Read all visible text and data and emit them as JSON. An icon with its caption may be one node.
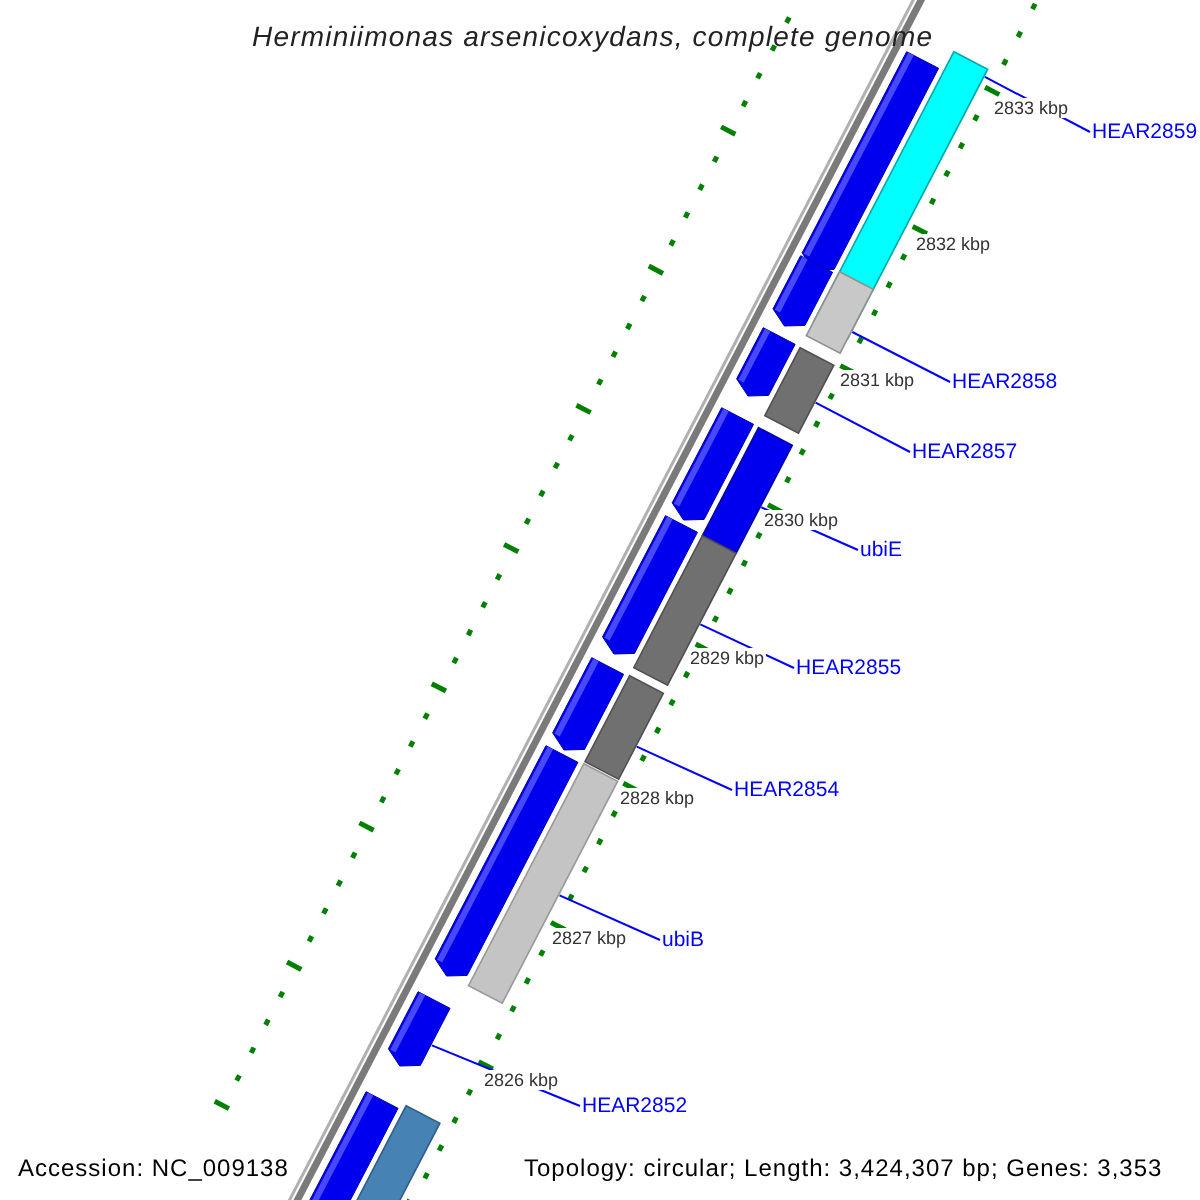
{
  "diagram": {
    "title": "Herminiimonas arsenicoxydans, complete genome",
    "nodes": [
      {
        "text": [
          "HEAR2859"
        ]
      },
      {
        "text": [
          "HEAR2858"
        ]
      },
      {
        "text": [
          "HEAR2857"
        ]
      },
      {
        "text": [
          "ubiE"
        ]
      },
      {
        "text": [
          "HEAR2855"
        ]
      },
      {
        "text": [
          "HEAR2854"
        ]
      },
      {
        "text": [
          "ubiB"
        ]
      },
      {
        "text": [
          "HEAR2852"
        ]
      },
      {
        "text": [],
        "shape": "bar"
      },
      {
        "text": [],
        "shape": "bar"
      },
      {
        "text": [],
        "shape": "bar"
      },
      {
        "text": [],
        "shape": "bar"
      },
      {
        "text": [],
        "shape": "bar"
      },
      {
        "text": [],
        "shape": "bar"
      },
      {
        "text": [],
        "shape": "bar"
      },
      {
        "text": [],
        "shape": "bar"
      },
      {
        "text": [],
        "shape": "bar"
      },
      {
        "text": [],
        "shape": "bar"
      },
      {
        "text": [],
        "shape": "bar"
      },
      {
        "text": [],
        "shape": "bar"
      },
      {
        "text": [],
        "shape": "bar"
      },
      {
        "text": [],
        "shape": "bar"
      },
      {
        "text": [],
        "shape": "bar"
      },
      {
        "text": [],
        "shape": "bar"
      },
      {
        "text": [],
        "shape": "bar"
      }
    ],
    "edges": [
      {
        "from": 0,
        "to": 17,
        "arrow": "none"
      },
      {
        "from": 1,
        "to": 18,
        "arrow": "none"
      },
      {
        "from": 2,
        "to": 19,
        "arrow": "none"
      },
      {
        "from": 3,
        "to": 20,
        "arrow": "none"
      },
      {
        "from": 4,
        "to": 21,
        "arrow": "none"
      },
      {
        "from": 5,
        "to": 22,
        "arrow": "none"
      },
      {
        "from": 6,
        "to": 23,
        "arrow": "none"
      },
      {
        "from": 7,
        "to": 15,
        "arrow": "none"
      }
    ],
    "labels": [
      "2833 kbp",
      "2832 kbp",
      "2831 kbp",
      "2830 kbp",
      "2829 kbp",
      "2828 kbp",
      "2827 kbp",
      "2826 kbp",
      "Accession: NC_009138",
      "Topology: circular; Length: 3,424,307 bp; Genes: 3,353"
    ]
  }
}
